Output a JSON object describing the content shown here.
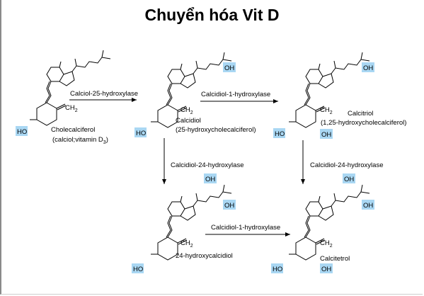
{
  "title": "Chuyển hóa Vit D",
  "colors": {
    "highlight": "#a9d7f3",
    "line": "#000000"
  },
  "molecules": [
    {
      "name": "Cholecalciferol",
      "sub": "(calciol;vitamin D",
      "sub_index": "3",
      "sub_close": ")",
      "groups": {
        "ho": "HO",
        "ch2": "CH",
        "ch2_index": "2"
      }
    },
    {
      "name": "Calcidiol",
      "sub": "(25-hydroxycholecalciferol)",
      "groups": {
        "ho": "HO",
        "ch2": "CH",
        "ch2_index": "2",
        "oh25": "OH"
      }
    },
    {
      "name": "Calcitriol",
      "sub": "(1,25-hydroxycholecalciferol)",
      "groups": {
        "ho": "HO",
        "ch2": "CH",
        "ch2_index": "2",
        "oh25": "OH",
        "oh1": "OH"
      }
    },
    {
      "name": "24-hydroxycalcidiol",
      "groups": {
        "ho": "HO",
        "ch2": "CH",
        "ch2_index": "2",
        "oh24": "OH",
        "oh25": "OH"
      }
    },
    {
      "name": "Calcitetrol",
      "groups": {
        "ho": "HO",
        "ch2": "CH",
        "ch2_index": "2",
        "oh24": "OH",
        "oh25": "OH",
        "oh1": "OH"
      }
    }
  ],
  "enzymes": {
    "e1": "Calciol-25-hydroxylase",
    "e2": "Calcidiol-1-hydroxylase",
    "e3": "Calcidiol-24-hydroxylase",
    "e4": "Calcidiol-24-hydroxylase",
    "e5": "Calcidiol-1-hydroxylase"
  }
}
